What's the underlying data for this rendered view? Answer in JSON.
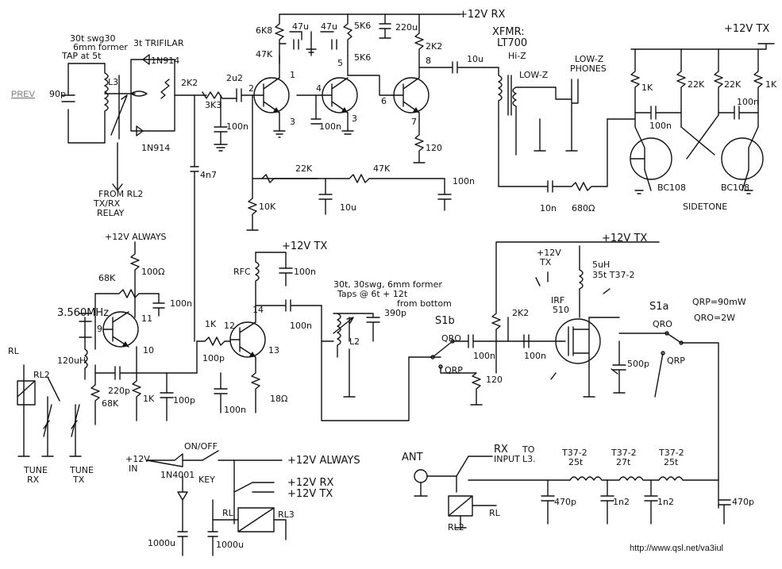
{
  "nav": {
    "prev_label": "PREV"
  },
  "footer": {
    "url": "http://www.qsl.net/va3iul"
  },
  "labels": {
    "l3_desc1": "30t swg30",
    "l3_desc2": "6mm former",
    "l3_desc3": "TAP at 5t",
    "trifilar": "3t TRIFILAR",
    "l3": "L3",
    "d1n914_a": "1N914",
    "d1n914_b": "1N914",
    "c90p": "90p",
    "pot_2k2_a": "2K2",
    "r3k3": "3K3",
    "c2u2": "2u2",
    "from_rl2_1": "FROM RL2",
    "from_rl2_2": "TX/RX",
    "from_rl2_3": "RELAY",
    "c4n7": "4n7",
    "c100n_a": "100n",
    "c100n_b": "100n",
    "r6k8": "6K8",
    "c47u_a": "47u",
    "c47u_b": "47u",
    "r5k6_a": "5K6",
    "r5k6_b": "5K6",
    "c220u": "220u",
    "r2k2_b": "2K2",
    "r47k": "47K",
    "n1": "1",
    "n2": "2",
    "n3a": "3",
    "n3b": "3",
    "n4": "4",
    "n5": "5",
    "n6": "6",
    "n7": "7",
    "n8": "8",
    "r120_a": "120",
    "rail_12v_rx": "+12V RX",
    "c10u_a": "10u",
    "xfmr1": "XFMR:",
    "xfmr2": "LT700",
    "hiz": "Hi-Z",
    "lowz": "LOW-Z",
    "lowz_ph1": "LOW-Z",
    "lowz_ph2": "PHONES",
    "r22k_a": "22K",
    "r47k_b": "47K",
    "r10k": "10K",
    "c10u_b": "10u",
    "c100n_c": "100n",
    "c10n": "10n",
    "r680": "680Ω",
    "rail_12v_tx": "+12V TX",
    "r1k_a": "1K",
    "r22k_b": "22K",
    "r22k_c": "22K",
    "r1k_b": "1K",
    "c100n_d": "100n",
    "c100n_e": "100n",
    "bc108_a": "BC108",
    "bc108_b": "BC108",
    "sidetone": "SIDETONE",
    "rail_12v_always": "+12V ALWAYS",
    "r68k": "68K",
    "r100": "100Ω",
    "xtal": "3.560MHz",
    "n9": "9",
    "n10": "10",
    "n11": "11",
    "c100n_f": "100n",
    "rl_a": "RL",
    "rl2_a": "RL2",
    "l120u": "120uH",
    "c220p": "220p",
    "r68k_b": "68K",
    "r1k_c": "1K",
    "c100p_a": "100p",
    "tune_rx1": "TUNE",
    "tune_rx2": "RX",
    "tune_tx1": "TUNE",
    "tune_tx2": "TX",
    "rail_12v_tx2": "+12V TX",
    "rfc": "RFC",
    "c100n_g": "100n",
    "r1k_d": "1K",
    "n12": "12",
    "n13": "13",
    "n14": "14",
    "c100p_b": "100p",
    "c100n_h": "100n",
    "r18": "18Ω",
    "c100n_i": "100n",
    "l2_desc1": "30t, 30swg, 6mm former",
    "l2_desc2": "Taps @ 6t + 12t",
    "l2_desc3": "from bottom",
    "c390p": "390p",
    "l2": "L2",
    "s1b": "S1b",
    "qro_a": "QRO",
    "qrp_a": "QRP",
    "rail_12v_tx3": "+12V TX",
    "p12v_tx1": "+12V",
    "p12v_tx2": "TX",
    "pot_2k2_c": "2K2",
    "c100n_j": "100n",
    "c100n_k": "100n",
    "r120_b": "120",
    "irf1": "IRF",
    "irf2": "510",
    "l5uh1": "5uH",
    "l5uh2": "35t T37-2",
    "c500p": "500p",
    "s1a": "S1a",
    "qro_b": "QRO",
    "qrp_b": "QRP",
    "qrp_pow": "QRP=90mW",
    "qro_pow": "QRO=2W",
    "in12v1": "+12V",
    "in12v2": "IN",
    "d1n4001": "1N4001",
    "onoff": "ON/OFF",
    "key": "KEY",
    "rail_always2": "+12V ALWAYS",
    "rail_rx2": "+12V RX",
    "rail_tx4": "+12V TX",
    "rl_b": "RL",
    "rl3": "RL3",
    "c1000u_a": "1000u",
    "c1000u_b": "1000u",
    "ant": "ANT",
    "rx_in1": "RX",
    "rx_in2": "INPUT",
    "rx_in3": "TO",
    "rx_in4": "L3.",
    "rl2_b": "RL2",
    "rl_c": "RL",
    "t1a": "T37-2",
    "t1b": "25t",
    "t2a": "T37-2",
    "t2b": "27t",
    "t3a": "T37-2",
    "t3b": "25t",
    "c470p_a": "470p",
    "c1n2_a": "1n2",
    "c1n2_b": "1n2",
    "c470p_b": "470p"
  }
}
